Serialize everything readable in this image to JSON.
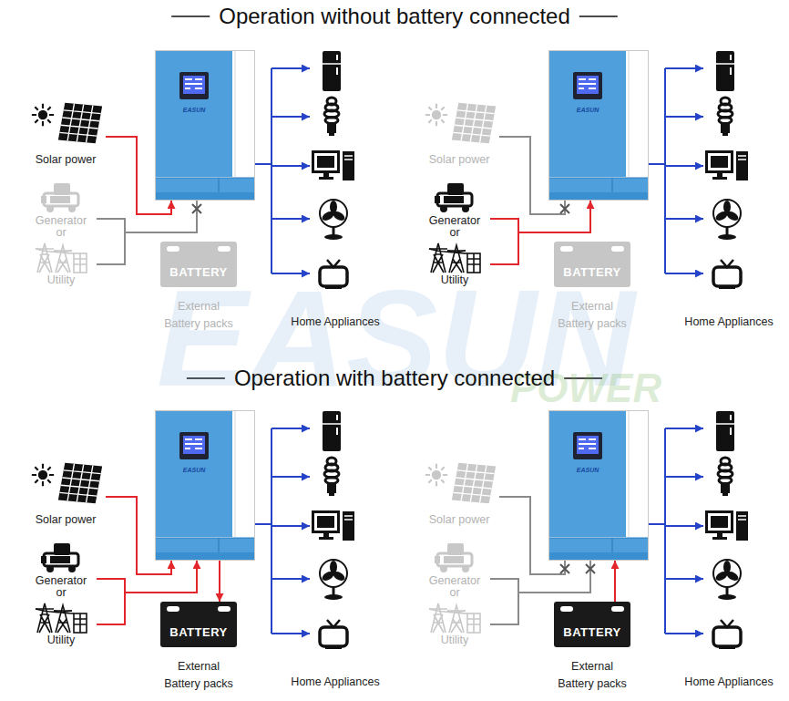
{
  "diagram": {
    "nodes": [
      {
        "text": [
          "Solar power"
        ]
      },
      {
        "text": [
          "Generator",
          "or",
          "Utility"
        ]
      },
      {
        "text": [
          "EASUN"
        ]
      },
      {
        "text": [
          "BATTERY",
          "External Battery packs"
        ]
      },
      {
        "text": [
          "Home Appliances"
        ]
      },
      {
        "text": [
          "Solar power"
        ]
      },
      {
        "text": [
          "Generator",
          "or",
          "Utility"
        ]
      },
      {
        "text": [
          "EASUN"
        ]
      },
      {
        "text": [
          "BATTERY",
          "External Battery packs"
        ]
      },
      {
        "text": [
          "Home Appliances"
        ]
      },
      {
        "text": [
          "Solar power"
        ]
      },
      {
        "text": [
          "Generator",
          "or",
          "Utility"
        ]
      },
      {
        "text": [
          "EASUN"
        ]
      },
      {
        "text": [
          "BATTERY",
          "External Battery packs"
        ]
      },
      {
        "text": [
          "Home Appliances"
        ]
      },
      {
        "text": [
          "Solar power"
        ]
      },
      {
        "text": [
          "Generator",
          "or",
          "Utility"
        ]
      },
      {
        "text": [
          "EASUN"
        ]
      },
      {
        "text": [
          "BATTERY",
          "External Battery packs"
        ]
      },
      {
        "text": [
          "Home Appliances"
        ]
      }
    ],
    "edges": [
      {
        "from": 0,
        "to": 2,
        "arrow": "to"
      },
      {
        "from": 1,
        "to": 2,
        "arrow": "none"
      },
      {
        "from": 2,
        "to": 4,
        "arrow": "to"
      },
      {
        "from": 5,
        "to": 7,
        "arrow": "none"
      },
      {
        "from": 6,
        "to": 7,
        "arrow": "to"
      },
      {
        "from": 7,
        "to": 9,
        "arrow": "to"
      },
      {
        "from": 10,
        "to": 12,
        "arrow": "to"
      },
      {
        "from": 11,
        "to": 12,
        "arrow": "to"
      },
      {
        "from": 12,
        "to": 13,
        "arrow": "to"
      },
      {
        "from": 12,
        "to": 14,
        "arrow": "to"
      },
      {
        "from": 15,
        "to": 17,
        "arrow": "none"
      },
      {
        "from": 16,
        "to": 17,
        "arrow": "none"
      },
      {
        "from": 18,
        "to": 17,
        "arrow": "to"
      },
      {
        "from": 17,
        "to": 19,
        "arrow": "to"
      }
    ],
    "labels": [
      "Operation without battery connected",
      "Operation with battery connected",
      "EASUN",
      "POWER"
    ]
  }
}
